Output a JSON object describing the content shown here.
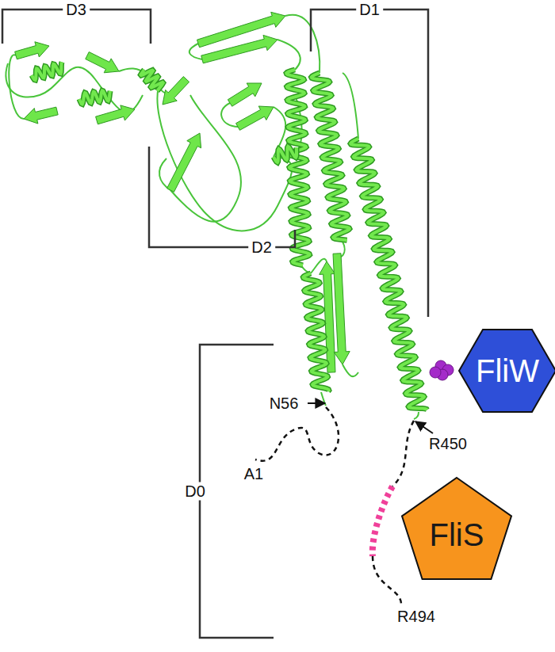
{
  "diagram": {
    "nodes": [
      {
        "text": [
          "FliW"
        ]
      },
      {
        "text": [
          "FliS"
        ]
      }
    ],
    "labels": [
      "D3",
      "D1",
      "D2",
      "N56",
      "R450",
      "D0",
      "A1",
      "R494"
    ]
  }
}
